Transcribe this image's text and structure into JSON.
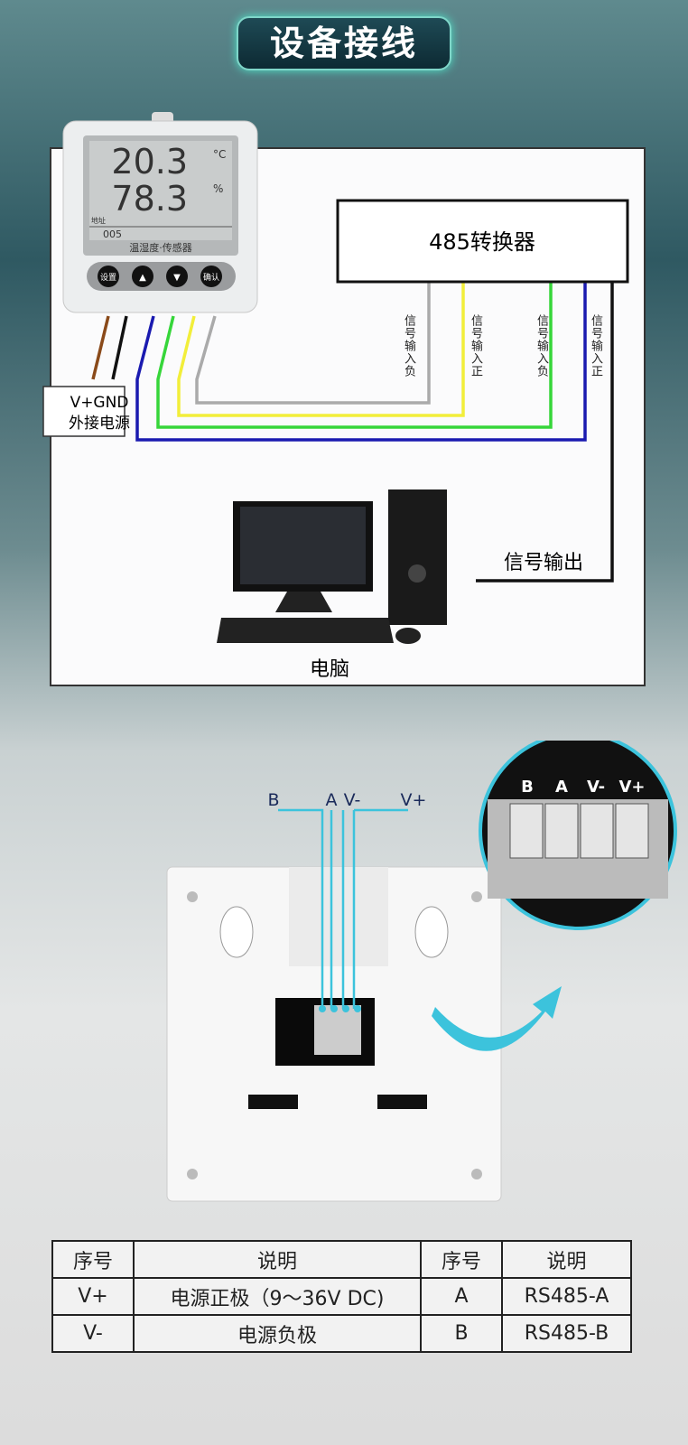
{
  "title": "设备接线",
  "device": {
    "temp": "20.3",
    "temp_unit": "°C",
    "humidity": "78.3",
    "hum_unit": "%",
    "addr_label": "地址",
    "addr": "005",
    "name": "温湿度·传感器",
    "buttons": [
      "设置",
      "▲",
      "▼",
      "确认"
    ]
  },
  "converter": {
    "label": "485转换器"
  },
  "wire_labels": [
    "信号输入负",
    "信号输入正",
    "信号输入负",
    "信号输入正"
  ],
  "power_label_1": "V+GND",
  "power_label_2": "外接电源",
  "signal_out": "信号输出",
  "computer_label": "电脑",
  "terminal_labels": {
    "b": "B",
    "a": "A",
    "vminus": "V-",
    "vplus": "V+"
  },
  "zoom_labels": [
    "B",
    "A",
    "V-",
    "V+"
  ],
  "table": {
    "header": [
      "序号",
      "说明",
      "序号",
      "说明"
    ],
    "rows": [
      [
        "V+",
        "电源正极（9～36V DC)",
        "A",
        "RS485-A"
      ],
      [
        "V-",
        "电源负极",
        "B",
        "RS485-B"
      ]
    ]
  },
  "colors": {
    "yellow": "#f2ee3a",
    "green": "#36d63a",
    "blue": "#1a1ab0",
    "brown": "#8a4a1a",
    "accent": "#3cc3dc"
  }
}
